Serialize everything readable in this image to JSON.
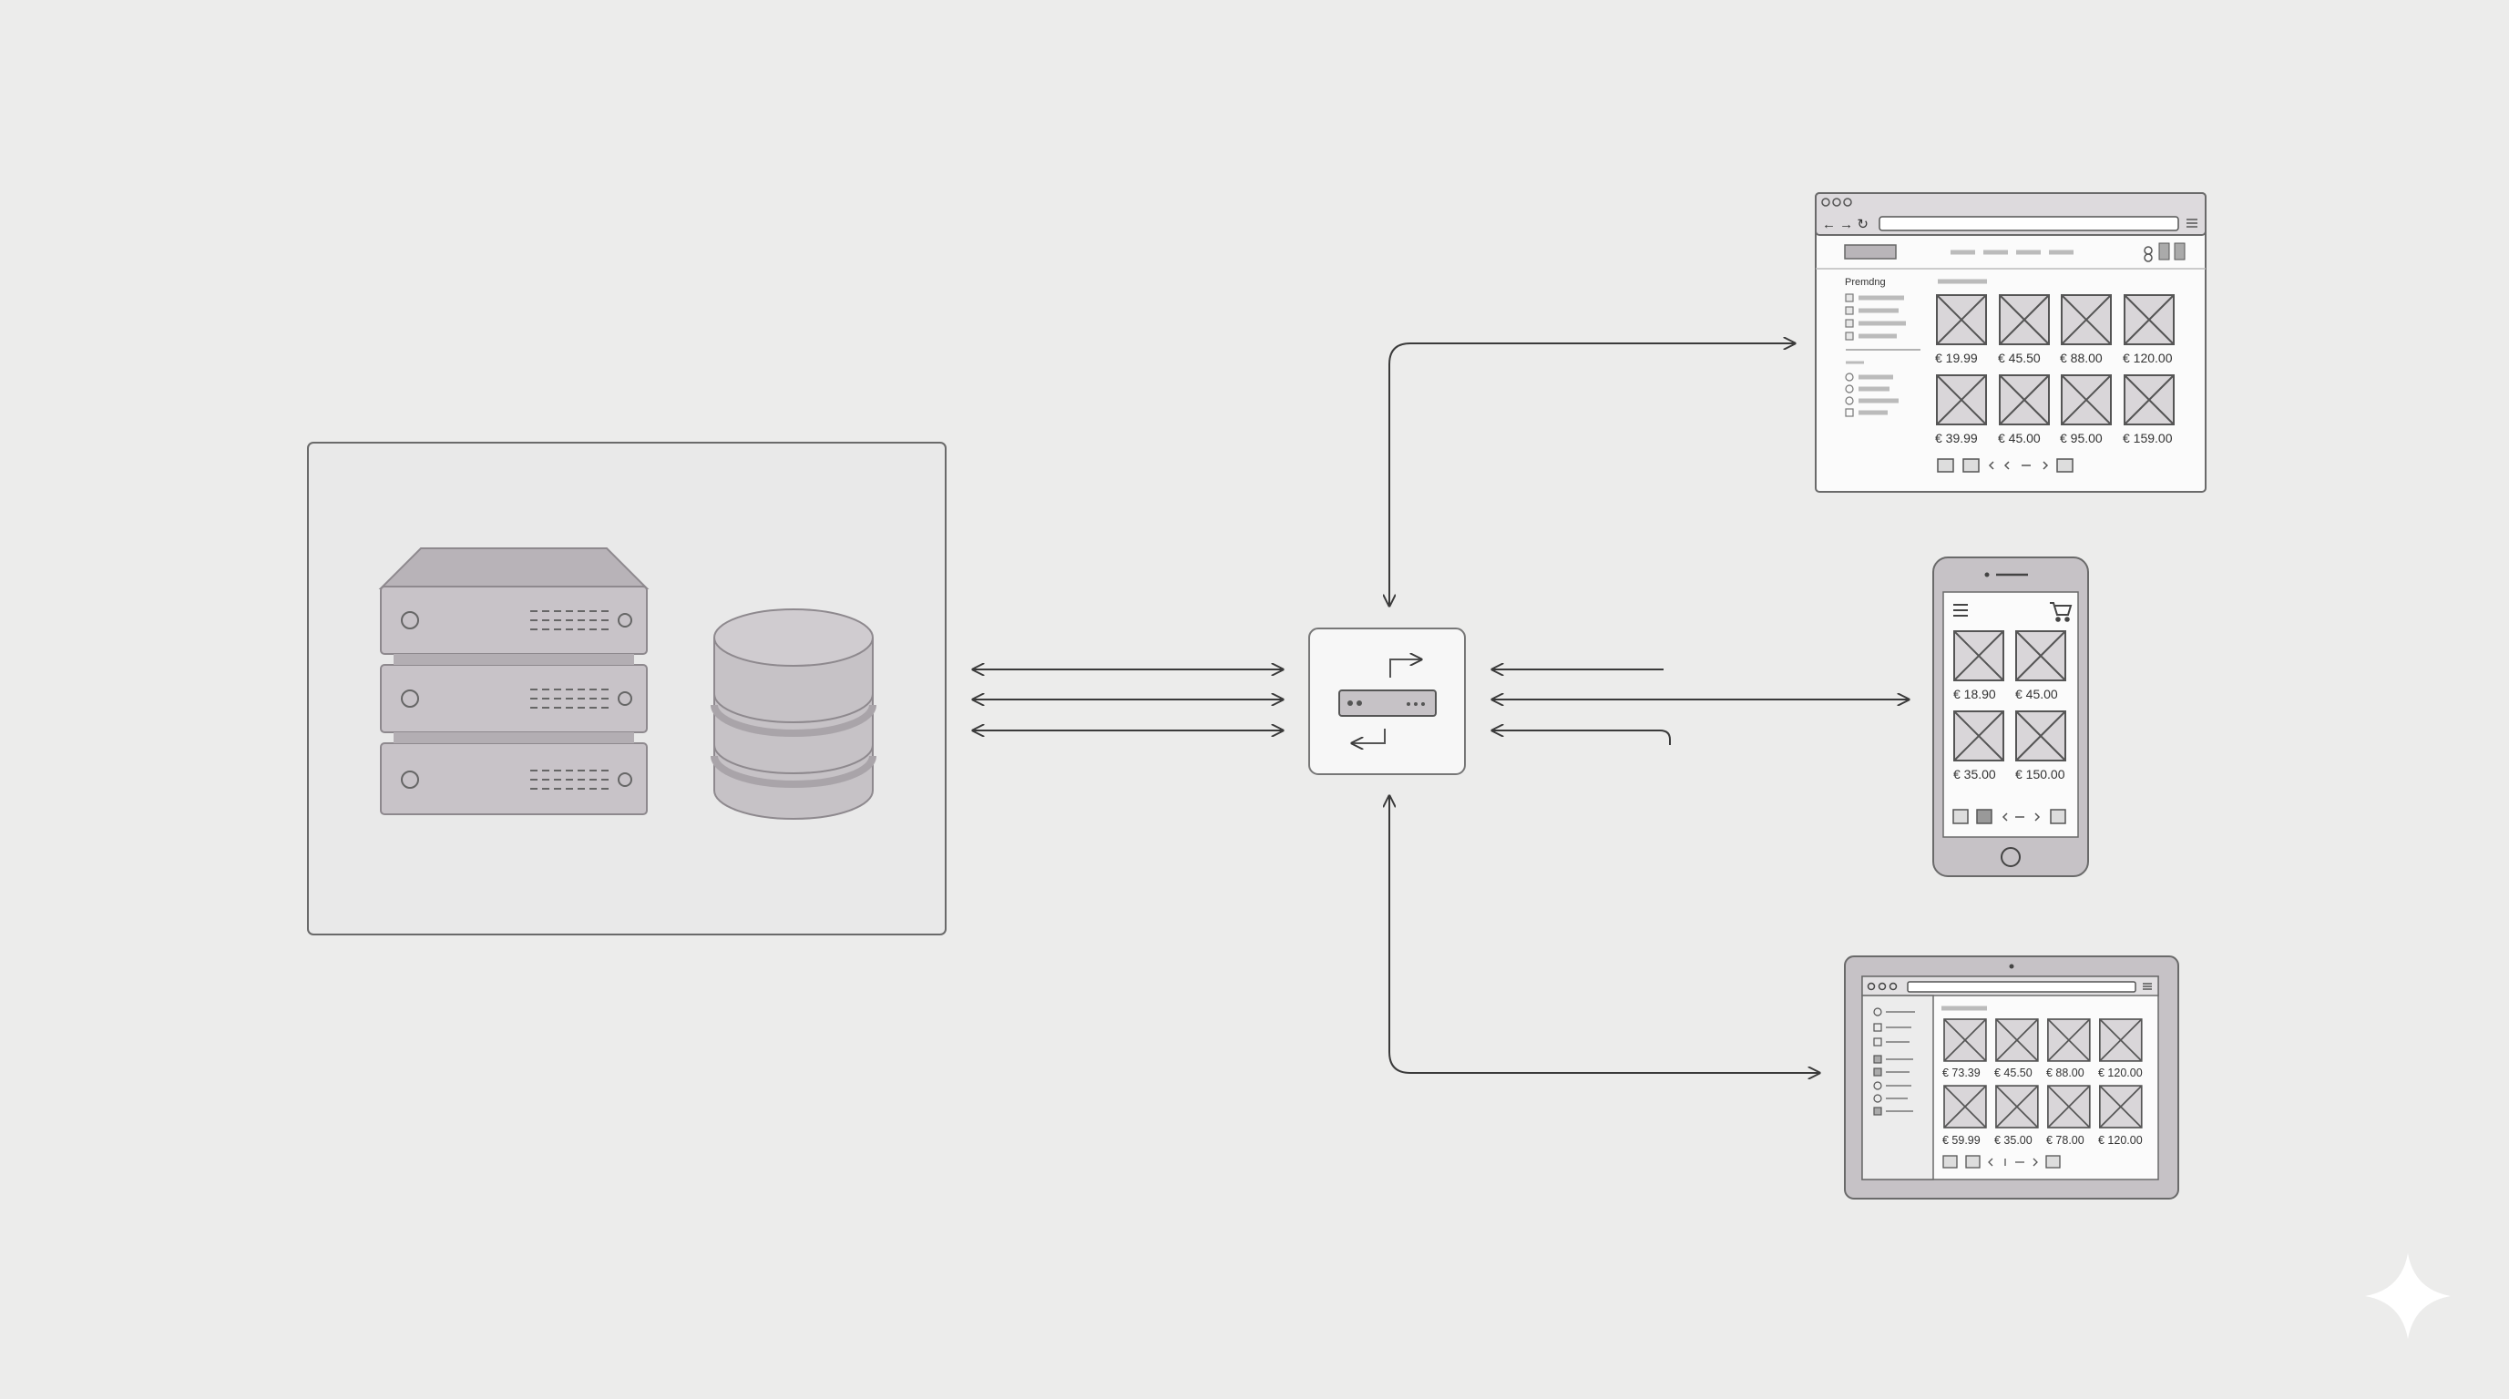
{
  "colors": {
    "background": "#ececeb",
    "line": "#3a3a3a",
    "device_fill": "#c6c2c6",
    "device_dark": "#b3aeb3",
    "panel": "#e9e9e9"
  },
  "desktop": {
    "sidebar_heading": "Premdng",
    "prices": [
      "€ 19.99",
      "€ 45.50",
      "€ 88.00",
      "€ 120.00",
      "€ 39.99",
      "€ 45.00",
      "€ 95.00",
      "€ 159.00"
    ]
  },
  "phone": {
    "prices": [
      "€ 18.90",
      "€ 45.00",
      "€ 35.00",
      "€ 150.00"
    ]
  },
  "tablet": {
    "prices": [
      "€ 73.39",
      "€ 45.50",
      "€ 88.00",
      "€ 120.00",
      "€ 59.99",
      "€ 35.00",
      "€ 78.00",
      "€ 120.00"
    ]
  }
}
